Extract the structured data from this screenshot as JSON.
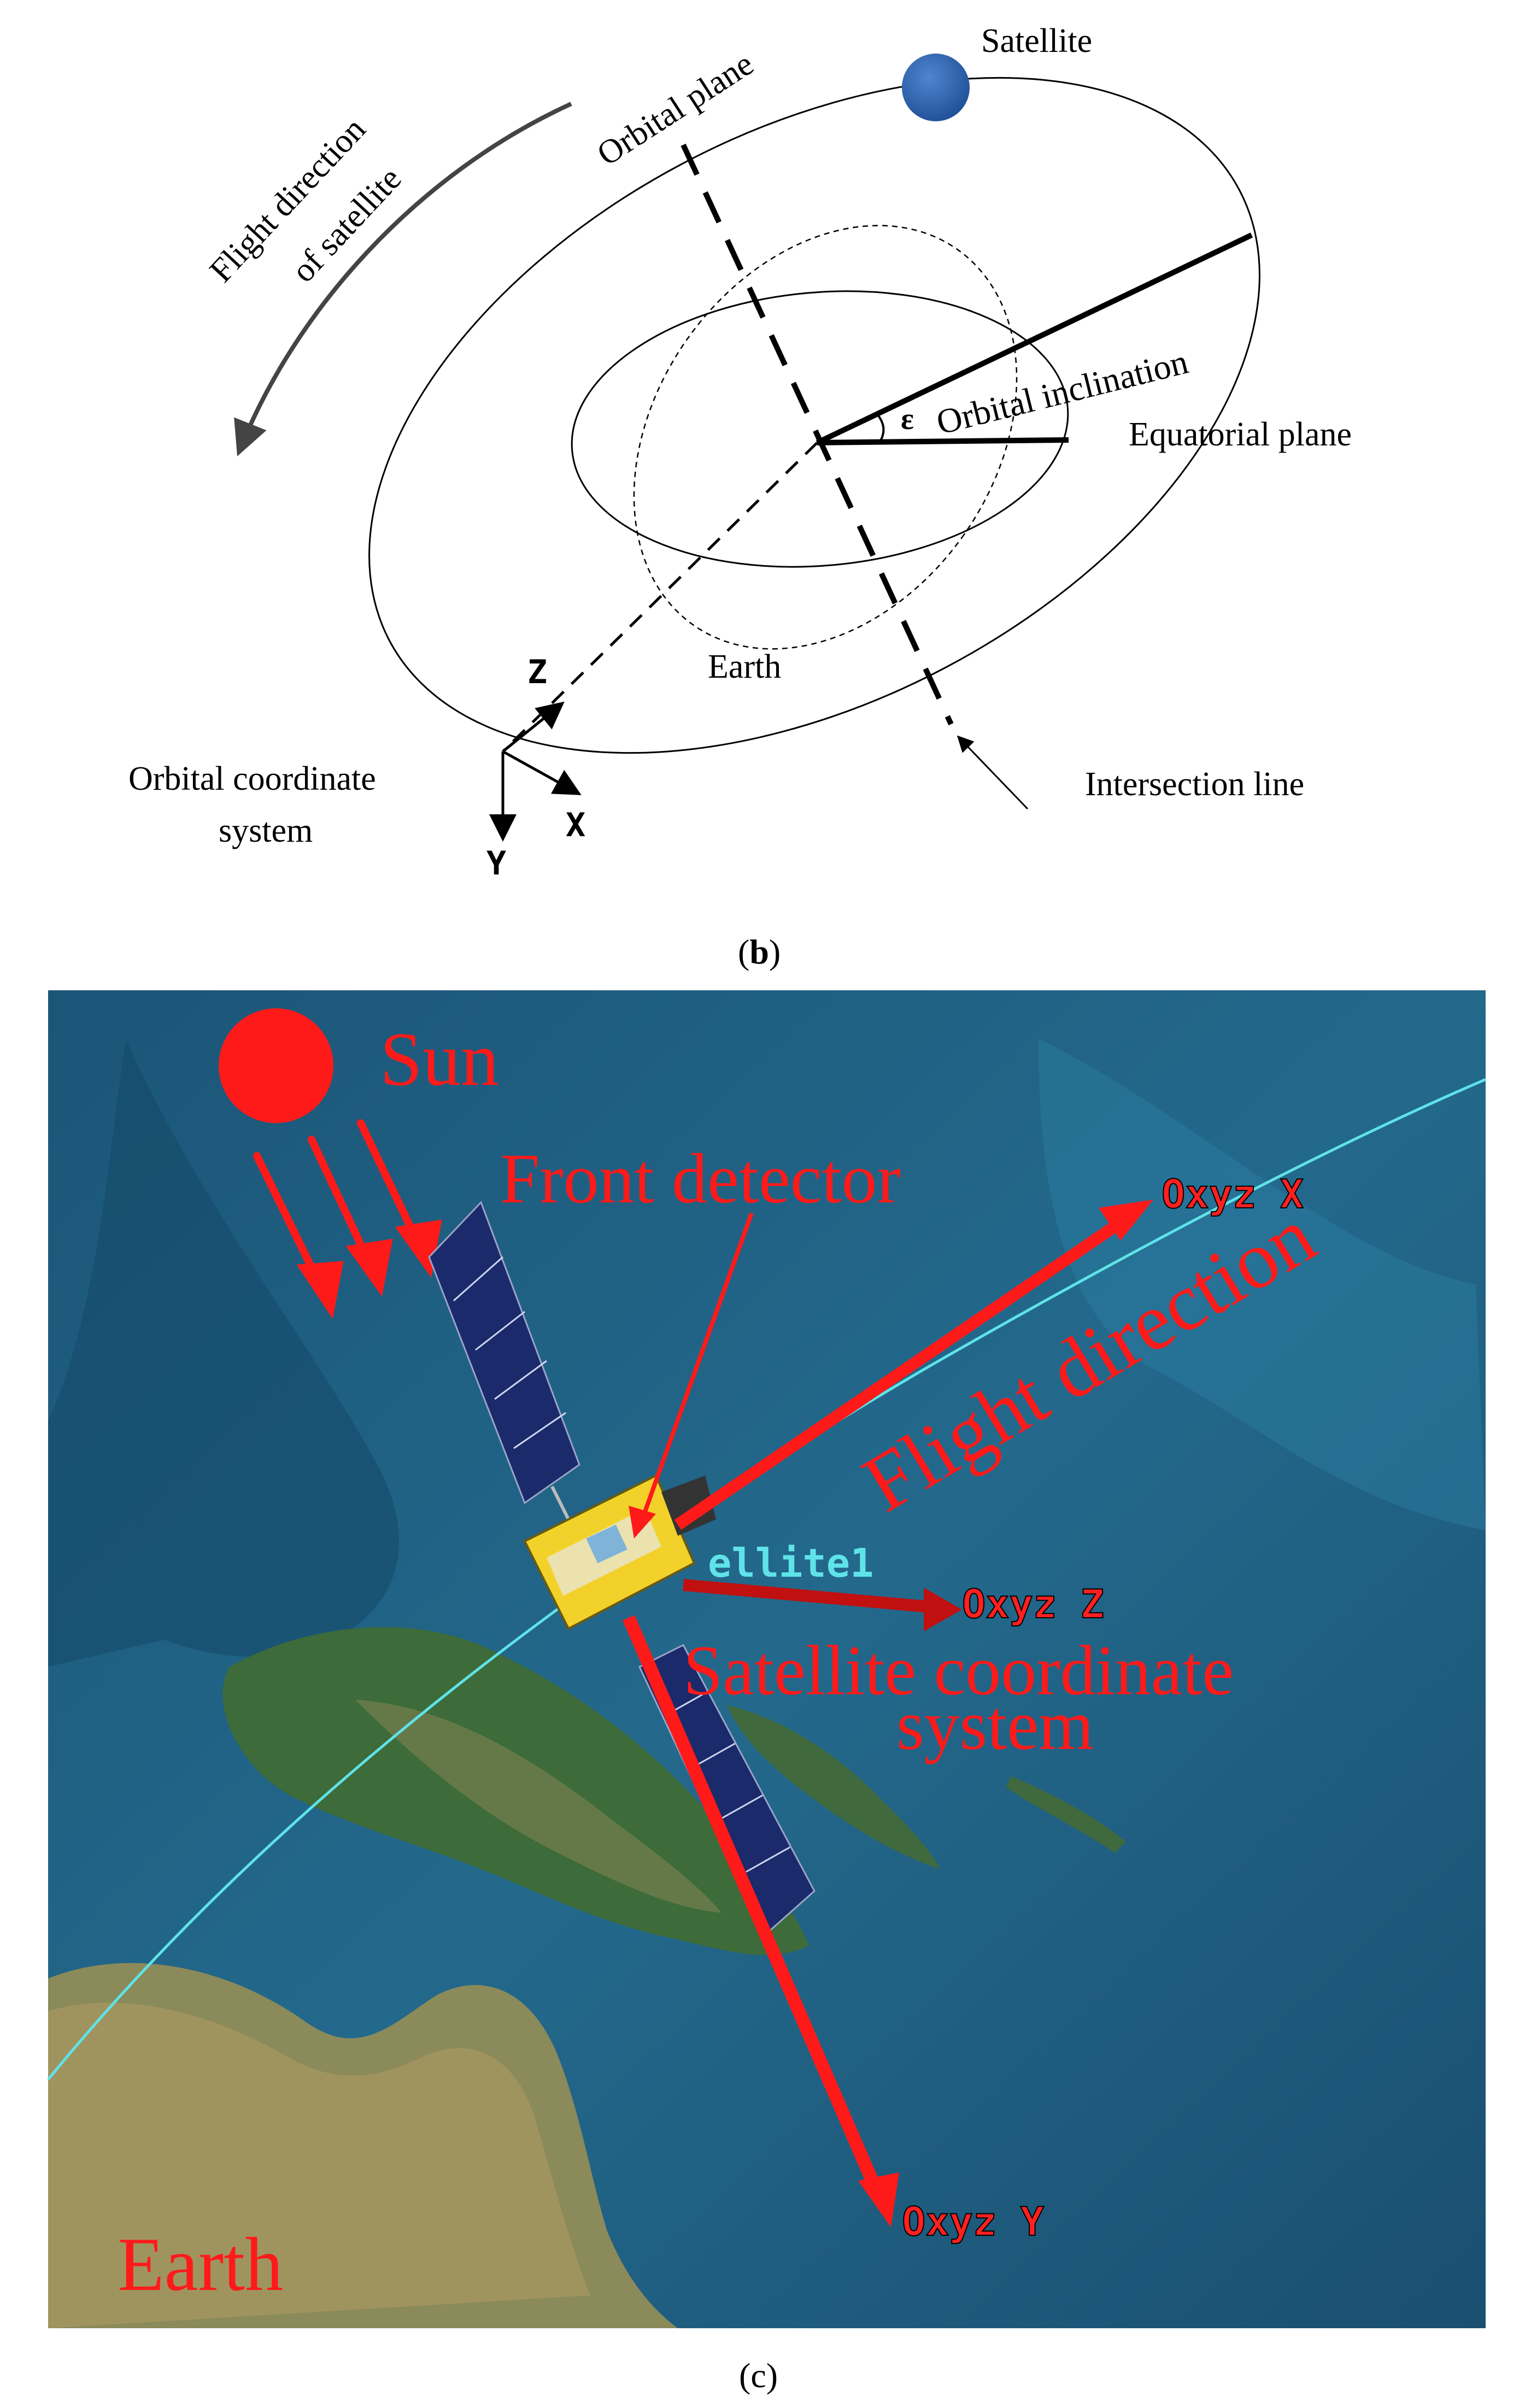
{
  "panel_b": {
    "caption_letter": "b",
    "satellite": "Satellite",
    "orbital_plane": "Orbital plane",
    "flight_direction_line1": "Flight direction",
    "flight_direction_line2": "of satellite",
    "orbital_inclination": "Orbital inclination",
    "epsilon": "ε",
    "equatorial_plane": "Equatorial plane",
    "earth": "Earth",
    "axis_z": "Z",
    "axis_x": "X",
    "axis_y": "Y",
    "orbital_coordinate_line1": "Orbital coordinate",
    "orbital_coordinate_line2": "system",
    "intersection_line": "Intersection line",
    "colors": {
      "satellite_ball": "#2b5ea8",
      "lines": "#000000"
    }
  },
  "panel_c": {
    "caption_letter": "c",
    "sun": "Sun",
    "front_detector": "Front detector",
    "flight_direction": "Flight direction",
    "satellite_coordinate_line1": "Satellite coordinate",
    "satellite_coordinate_line2": "system",
    "earth": "Earth",
    "satellite_name": "ellite1",
    "axis_x": "Oxyz X",
    "axis_y": "Oxyz Y",
    "axis_z": "Oxyz Z",
    "colors": {
      "annotation_red": "#ff1a1a",
      "ocean": "#1f5f82",
      "orbit_track": "#5fe3e8",
      "solar_panel": "#1a2a6b"
    }
  }
}
